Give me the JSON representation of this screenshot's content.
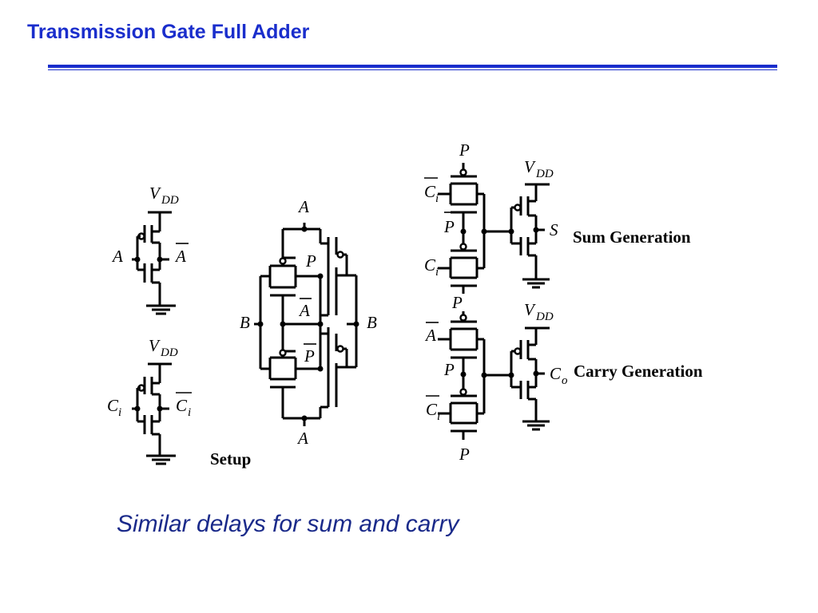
{
  "slide": {
    "title": "Transmission Gate Full Adder",
    "caption": "Similar delays for sum and carry"
  },
  "diagram": {
    "setup_label": "Setup",
    "sum_label": "Sum Generation",
    "carry_label": "Carry Generation",
    "signals": {
      "v": "V",
      "dd": "DD",
      "a": "A",
      "b": "B",
      "p": "P",
      "s": "S",
      "c": "C",
      "i": "i",
      "o": "o"
    }
  }
}
